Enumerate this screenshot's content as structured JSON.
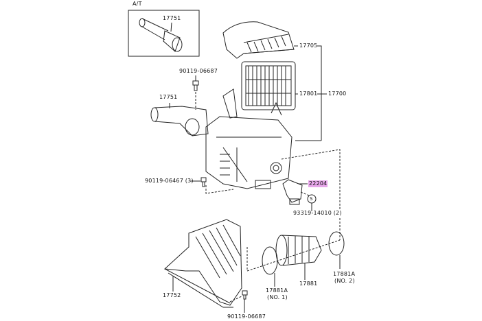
{
  "diagram": {
    "inset_label": "A/T",
    "parts": {
      "inset_hose": "17751",
      "cap": "17705",
      "bolt_top": "90119-06687",
      "hose": "17751",
      "element": "17801",
      "assembly": "17700",
      "bolt_3": "90119-06467 (3)",
      "sensor": "22204",
      "screw": "93319-14010 (2)",
      "screw_symbol": "S",
      "clamp1": "17881A",
      "clamp1_note": "(NO. 1)",
      "duct_hose": "17881",
      "clamp2": "17881A",
      "clamp2_note": "(NO. 2)",
      "inlet": "17752",
      "bolt_bottom": "90119-06687"
    },
    "highlight_color": "#e7a6ea"
  }
}
